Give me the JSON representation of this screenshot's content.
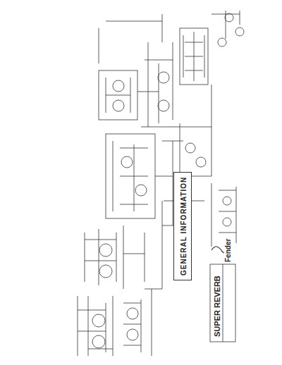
{
  "diagram": {
    "title": "SUPER REVERB",
    "nodes": [
      {
        "text": [
          "GENERAL INFORMATION"
        ]
      }
    ],
    "edges": [],
    "labels": [
      "Fender"
    ]
  }
}
